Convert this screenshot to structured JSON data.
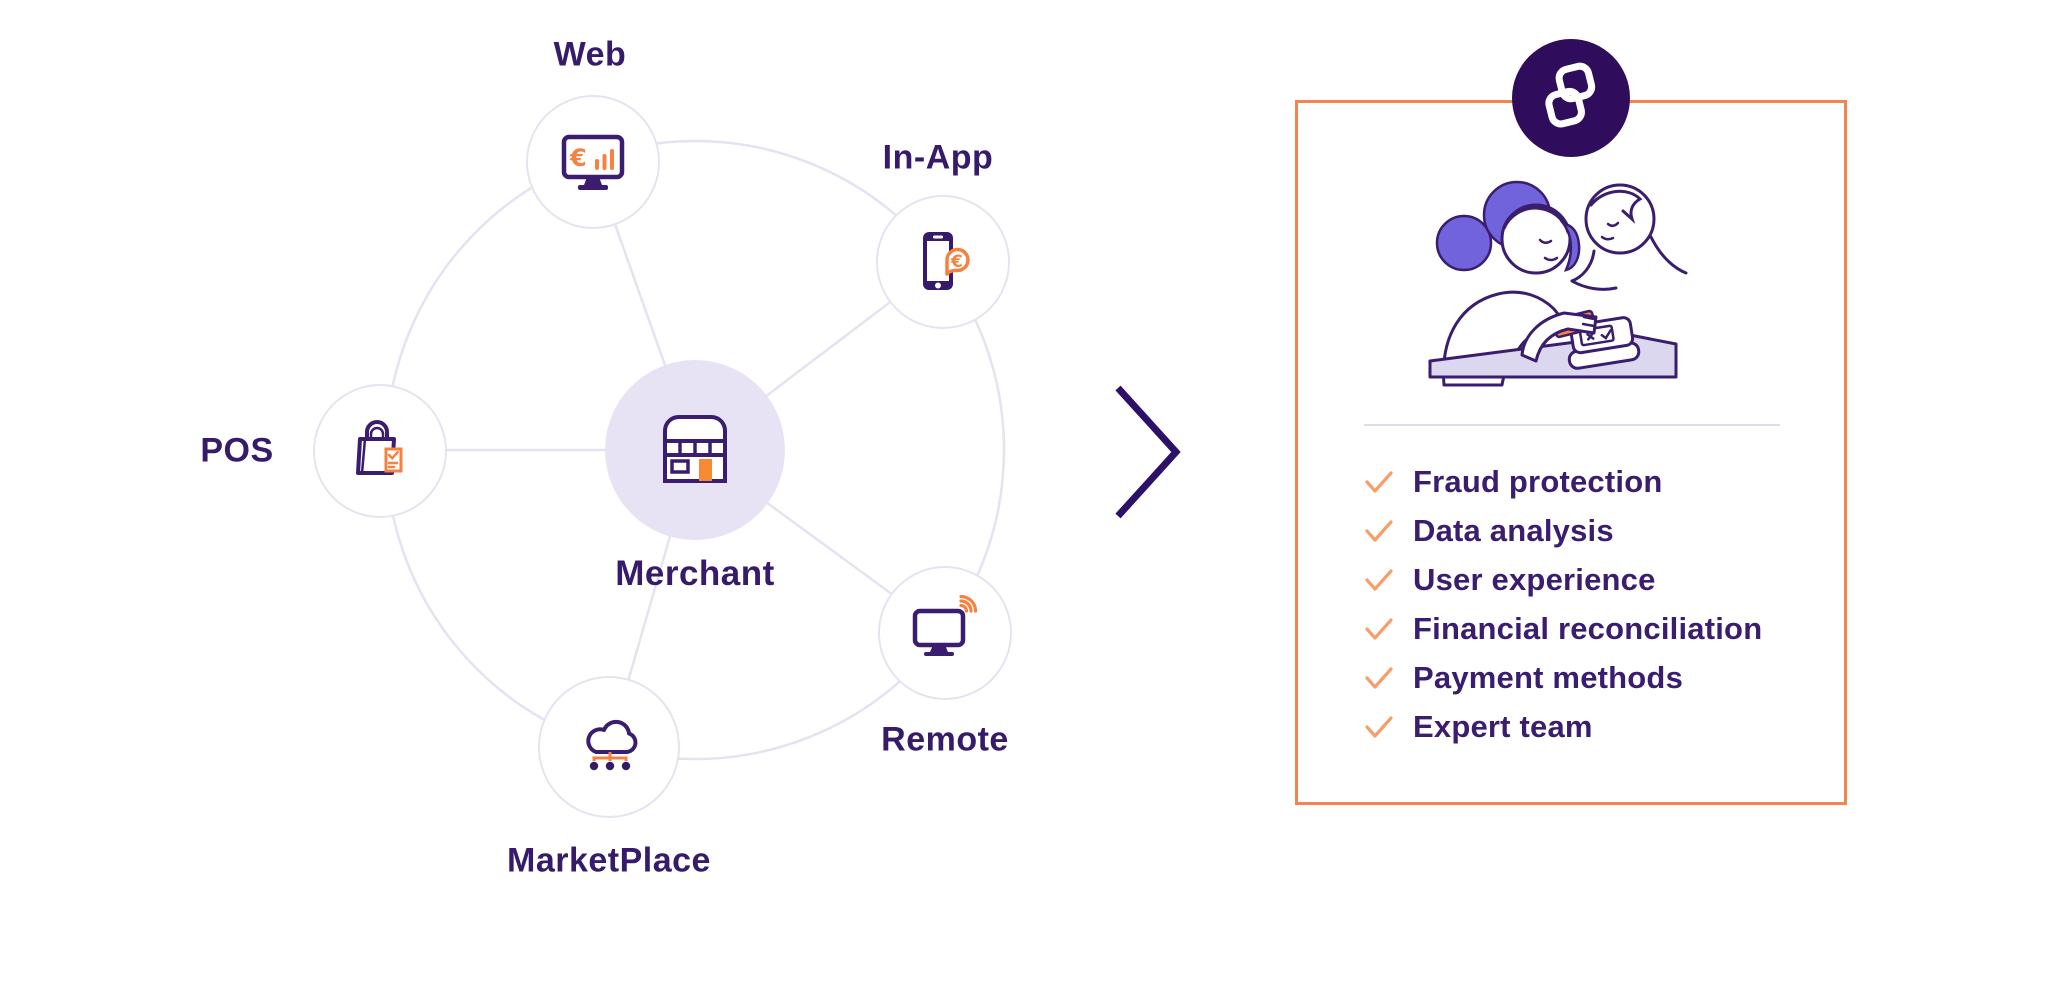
{
  "page": {
    "background": "#FFFFFF"
  },
  "colors": {
    "primary_purple": "#3A1D6E",
    "hair_purple": "#7163DB",
    "light_lavender_fill": "#E7E3F4",
    "connector_line": "#E5E2F1",
    "orange": "#F5823F",
    "orange_light_check": "#F79E6B",
    "card_border_orange": "#F5854E",
    "door_orange": "#F78A33",
    "logo_background": "#2F0D5C",
    "counter_lavender": "#DBD7EE"
  },
  "diagram": {
    "center_node": {
      "label": "Merchant",
      "icon": "storefront-icon"
    },
    "nodes": [
      {
        "label": "Web",
        "icon": "monitor-euro-chart-icon"
      },
      {
        "label": "In-App",
        "icon": "smartphone-euro-bubble-icon"
      },
      {
        "label": "POS",
        "icon": "shopping-bag-receipt-icon"
      },
      {
        "label": "Remote",
        "icon": "monitor-wifi-icon"
      },
      {
        "label": "MarketPlace",
        "icon": "cloud-network-icon"
      }
    ]
  },
  "arrow_icon": "chevron-right-icon",
  "card": {
    "logo_icon": "brand-logo",
    "illustration": "cashier-card-payment-illustration",
    "checklist": [
      "Fraud protection",
      "Data analysis",
      "User experience",
      "Financial reconciliation",
      "Payment methods",
      "Expert team"
    ]
  },
  "icons": {
    "euro_glyph": "€"
  }
}
